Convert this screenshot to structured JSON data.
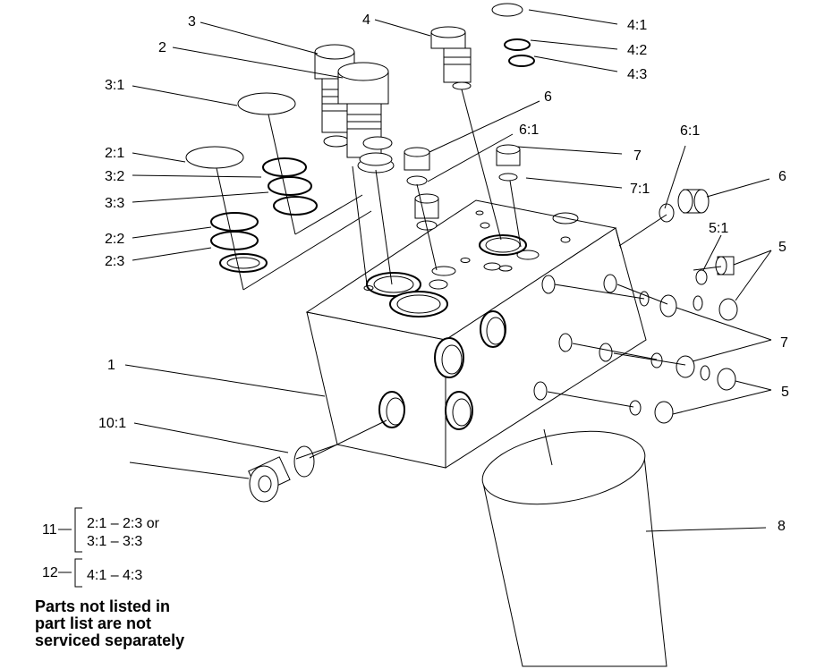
{
  "callouts": [
    {
      "id": "c-3",
      "text": "3"
    },
    {
      "id": "c-2",
      "text": "2"
    },
    {
      "id": "c-4",
      "text": "4"
    },
    {
      "id": "c-4-1",
      "text": "4:1"
    },
    {
      "id": "c-4-2",
      "text": "4:2"
    },
    {
      "id": "c-4-3",
      "text": "4:3"
    },
    {
      "id": "c-3-1",
      "text": "3:1"
    },
    {
      "id": "c-6-top",
      "text": "6"
    },
    {
      "id": "c-6-1-top",
      "text": "6:1"
    },
    {
      "id": "c-7-top",
      "text": "7"
    },
    {
      "id": "c-7-1",
      "text": "7:1"
    },
    {
      "id": "c-6-1-right",
      "text": "6:1"
    },
    {
      "id": "c-6-right",
      "text": "6"
    },
    {
      "id": "c-2-1",
      "text": "2:1"
    },
    {
      "id": "c-3-2",
      "text": "3:2"
    },
    {
      "id": "c-3-3",
      "text": "3:3"
    },
    {
      "id": "c-2-2",
      "text": "2:2"
    },
    {
      "id": "c-2-3",
      "text": "2:3"
    },
    {
      "id": "c-5-1",
      "text": "5:1"
    },
    {
      "id": "c-5-upper",
      "text": "5"
    },
    {
      "id": "c-7-right",
      "text": "7"
    },
    {
      "id": "c-1",
      "text": "1"
    },
    {
      "id": "c-5-lower",
      "text": "5"
    },
    {
      "id": "c-10-1",
      "text": "10:1"
    },
    {
      "id": "c-8",
      "text": "8"
    }
  ],
  "kits": [
    {
      "number": "11",
      "lines": [
        "2:1 – 2:3 or",
        "3:1 – 3:3"
      ]
    },
    {
      "number": "12",
      "lines": [
        "4:1 – 4:3"
      ]
    }
  ],
  "note_lines": [
    "Parts not listed in",
    "part list are not",
    "serviced separately"
  ]
}
